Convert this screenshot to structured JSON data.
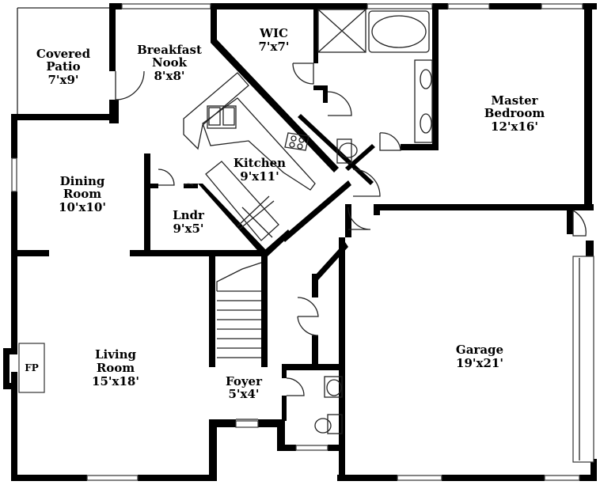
{
  "rooms": {
    "covered_patio": {
      "name_1": "Covered",
      "name_2": "Patio",
      "size": "7'x9'"
    },
    "breakfast_nook": {
      "name_1": "Breakfast",
      "name_2": "Nook",
      "size": "8'x8'"
    },
    "wic": {
      "name": "WIC",
      "size": "7'x7'"
    },
    "master_bedroom": {
      "name_1": "Master",
      "name_2": "Bedroom",
      "size": "12'x16'"
    },
    "dining_room": {
      "name_1": "Dining",
      "name_2": "Room",
      "size": "10'x10'"
    },
    "kitchen": {
      "name": "Kitchen",
      "size": "9'x11'"
    },
    "laundry": {
      "name": "Lndr",
      "size": "9'x5'"
    },
    "living_room": {
      "name_1": "Living",
      "name_2": "Room",
      "size": "15'x18'"
    },
    "foyer": {
      "name": "Foyer",
      "size": "5'x4'"
    },
    "garage": {
      "name": "Garage",
      "size": "19'x21'"
    }
  },
  "fixtures": {
    "fireplace": "FP"
  }
}
